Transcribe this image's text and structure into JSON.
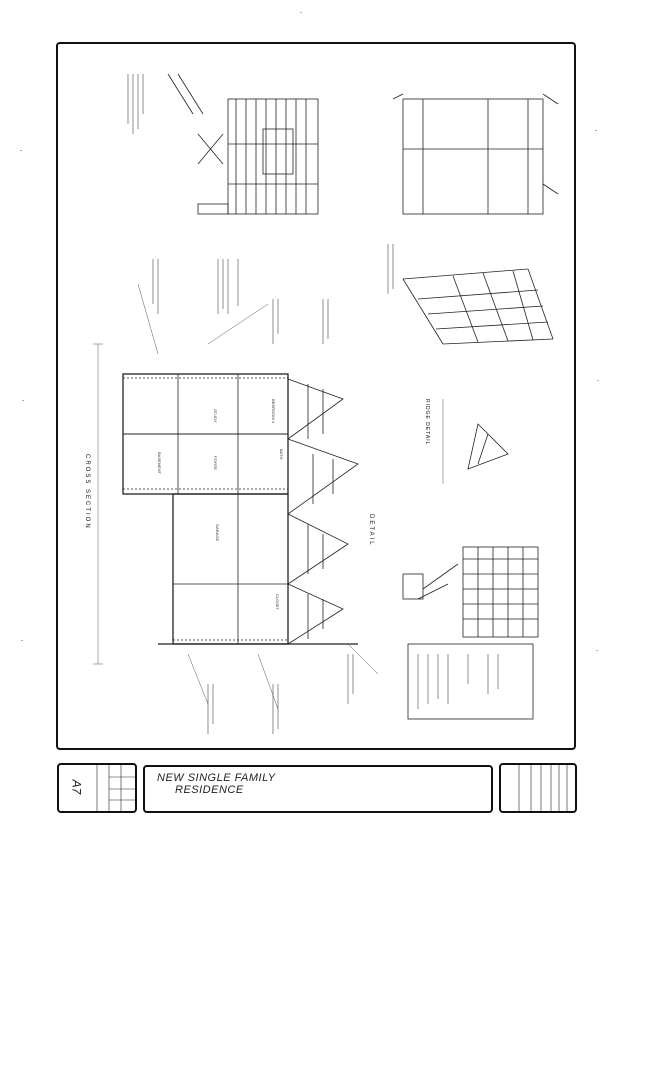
{
  "sheet": {
    "cross_section_label": "CROSS SECTION",
    "detail_label": "DETAIL",
    "ridge_detail_label": "RIDGE DETAIL",
    "rooms": [
      "BEDROOM 4",
      "STUDY",
      "BATH",
      "FOYER",
      "BASEMENT",
      "GARAGE",
      "CLOSET"
    ]
  },
  "title_block": {
    "project_line1": "NEW SINGLE FAMILY",
    "project_line2": "RESIDENCE",
    "sheet_number": "A7"
  }
}
